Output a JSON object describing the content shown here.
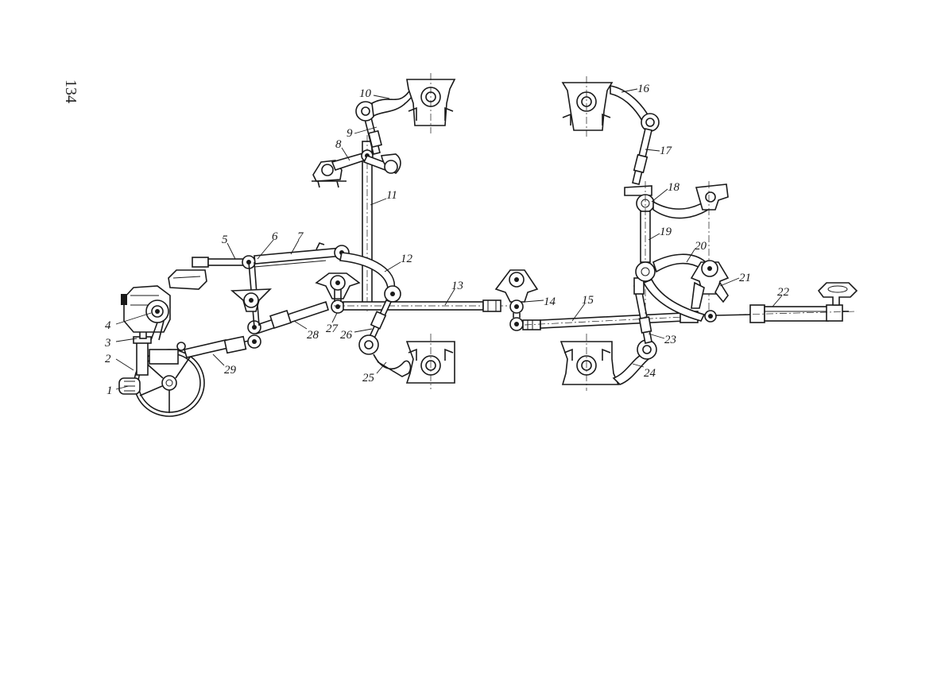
{
  "page": {
    "number": "134"
  },
  "callouts": [
    {
      "id": "1",
      "text": "1"
    },
    {
      "id": "2",
      "text": "2"
    },
    {
      "id": "3",
      "text": "3"
    },
    {
      "id": "4",
      "text": "4"
    },
    {
      "id": "5",
      "text": "5"
    },
    {
      "id": "6",
      "text": "6"
    },
    {
      "id": "7",
      "text": "7"
    },
    {
      "id": "8",
      "text": "8"
    },
    {
      "id": "9",
      "text": "9"
    },
    {
      "id": "10",
      "text": "10"
    },
    {
      "id": "11",
      "text": "11"
    },
    {
      "id": "12",
      "text": "12"
    },
    {
      "id": "13",
      "text": "13"
    },
    {
      "id": "14",
      "text": "14"
    },
    {
      "id": "15",
      "text": "15"
    },
    {
      "id": "16",
      "text": "16"
    },
    {
      "id": "17",
      "text": "17"
    },
    {
      "id": "18",
      "text": "18"
    },
    {
      "id": "19",
      "text": "19"
    },
    {
      "id": "20",
      "text": "20"
    },
    {
      "id": "21",
      "text": "21"
    },
    {
      "id": "22",
      "text": "22"
    },
    {
      "id": "23",
      "text": "23"
    },
    {
      "id": "24",
      "text": "24"
    },
    {
      "id": "25",
      "text": "25"
    },
    {
      "id": "26",
      "text": "26"
    },
    {
      "id": "27",
      "text": "27"
    },
    {
      "id": "28",
      "text": "28"
    },
    {
      "id": "29",
      "text": "29"
    }
  ]
}
